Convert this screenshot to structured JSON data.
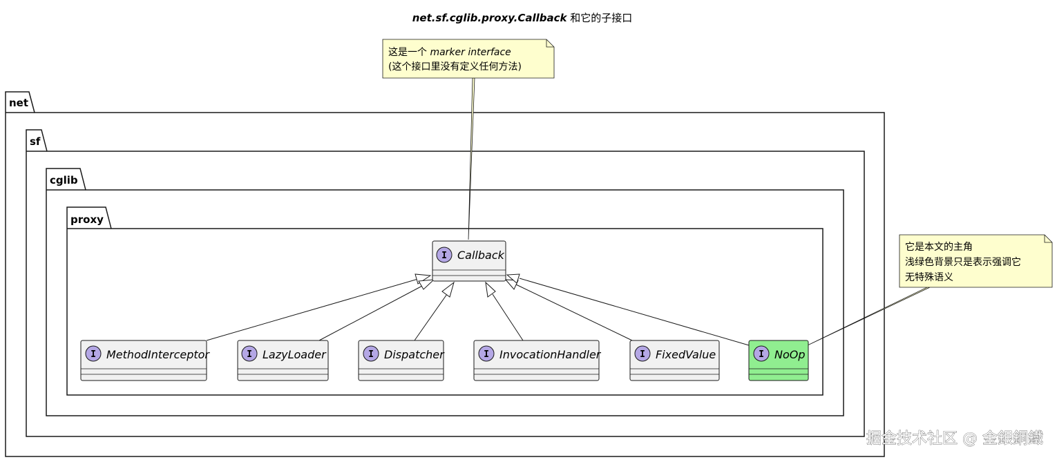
{
  "title": {
    "class_name": "net.sf.cglib.proxy.Callback",
    "suffix": " 和它的子接口"
  },
  "packages": [
    {
      "id": "net",
      "label": "net"
    },
    {
      "id": "sf",
      "label": "sf"
    },
    {
      "id": "cglib",
      "label": "cglib"
    },
    {
      "id": "proxy",
      "label": "proxy"
    }
  ],
  "interface_glyph": "I",
  "interfaces": {
    "callback": {
      "name": "Callback"
    },
    "method_interceptor": {
      "name": "MethodInterceptor"
    },
    "lazy_loader": {
      "name": "LazyLoader"
    },
    "dispatcher": {
      "name": "Dispatcher"
    },
    "invocation_handler": {
      "name": "InvocationHandler"
    },
    "fixed_value": {
      "name": "FixedValue"
    },
    "noop": {
      "name": "NoOp",
      "highlight": true
    }
  },
  "notes": {
    "marker": {
      "line1_prefix": "这是一个 ",
      "line1_italic": "marker interface",
      "line2": "(这个接口里没有定义任何方法)"
    },
    "noop": {
      "lines": [
        "它是本文的主角",
        "浅绿色背景只是表示强调它",
        "无特殊语义"
      ]
    }
  },
  "watermark": "掘金技术社区 @ 金銀銅鐵",
  "colors": {
    "interface_fill": "#f1f1f1",
    "highlight_fill": "#90ee90",
    "glyph_circle": "#b4a7e5",
    "note_fill": "#fefece",
    "border": "#181818",
    "background": "#ffffff"
  }
}
